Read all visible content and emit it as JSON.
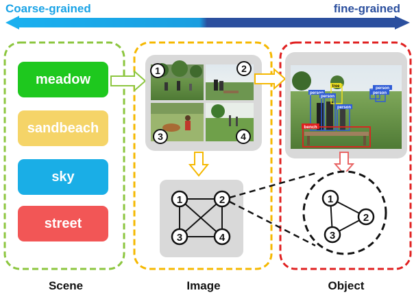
{
  "header": {
    "left_label": "Coarse-grained",
    "right_label": "fine-grained"
  },
  "scene": {
    "label": "Scene",
    "categories": [
      "meadow",
      "sandbeach",
      "sky",
      "street"
    ],
    "category_colors": [
      "#1ec81e",
      "#f5d468",
      "#1aaee6",
      "#f25656"
    ]
  },
  "image": {
    "label": "Image",
    "thumb_numbers": [
      "1",
      "2",
      "3",
      "4"
    ],
    "graph_nodes": [
      "1",
      "2",
      "3",
      "4"
    ]
  },
  "object": {
    "label": "Object",
    "detections": [
      "tree",
      "person",
      "person",
      "person",
      "person",
      "person",
      "bench"
    ],
    "graph_nodes": [
      "1",
      "2",
      "3"
    ]
  },
  "colors": {
    "scene_frame": "#8cc63f",
    "image_frame": "#f5b800",
    "object_frame": "#e02020",
    "arrow_light": "#1ab0ef",
    "arrow_dark": "#2b4f9e",
    "panel_gray": "#d9d9d9"
  }
}
